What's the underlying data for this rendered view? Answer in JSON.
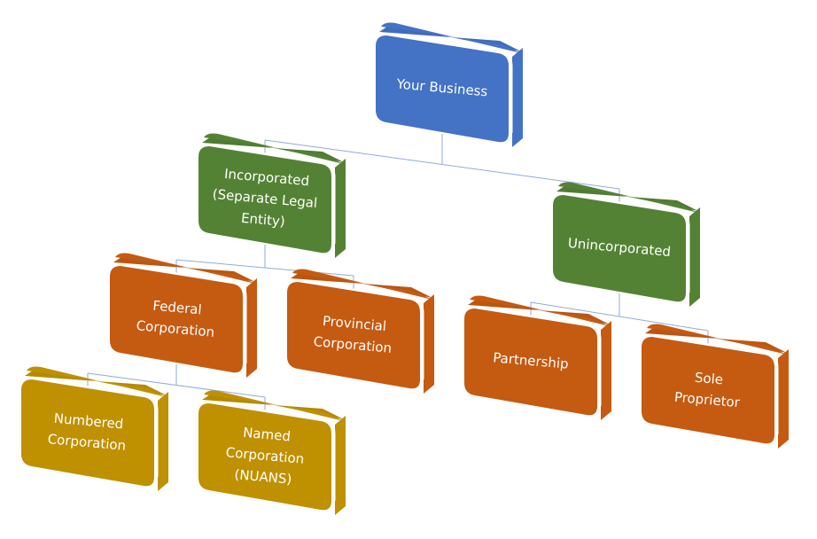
{
  "diagram": {
    "type": "org-chart",
    "colors": {
      "root": "#4472c4",
      "level1": "#548235",
      "level2": "#c55a11",
      "level3": "#bf9000",
      "connector": "#8faadc"
    },
    "nodes": [
      {
        "id": "root",
        "label": [
          "Your Business"
        ],
        "parent": null,
        "level": 0
      },
      {
        "id": "incorporated",
        "label": [
          "Incorporated",
          "(Separate Legal",
          "Entity)"
        ],
        "parent": "root",
        "level": 1
      },
      {
        "id": "unincorporated",
        "label": [
          "Unincorporated"
        ],
        "parent": "root",
        "level": 1
      },
      {
        "id": "federal",
        "label": [
          "Federal",
          "Corporation"
        ],
        "parent": "incorporated",
        "level": 2
      },
      {
        "id": "provincial",
        "label": [
          "Provincial",
          "Corporation"
        ],
        "parent": "incorporated",
        "level": 2
      },
      {
        "id": "partnership",
        "label": [
          "Partnership"
        ],
        "parent": "unincorporated",
        "level": 2
      },
      {
        "id": "sole",
        "label": [
          "Sole",
          "Proprietor"
        ],
        "parent": "unincorporated",
        "level": 2
      },
      {
        "id": "numbered",
        "label": [
          "Numbered",
          "Corporation"
        ],
        "parent": "federal",
        "level": 3
      },
      {
        "id": "named",
        "label": [
          "Named",
          "Corporation",
          "(NUANS)"
        ],
        "parent": "federal",
        "level": 3
      }
    ]
  }
}
